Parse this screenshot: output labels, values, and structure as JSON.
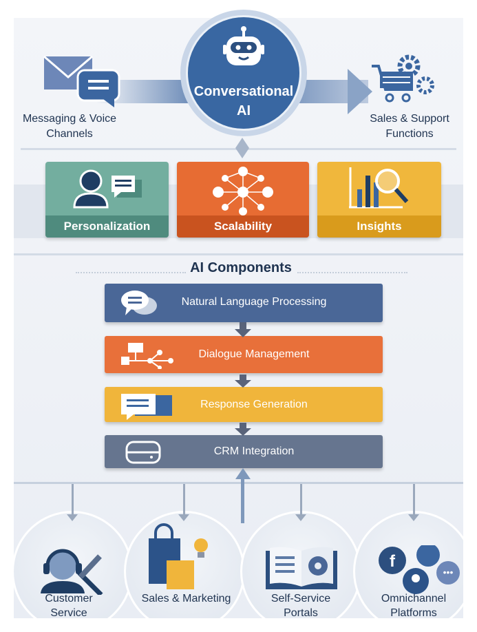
{
  "hub": {
    "title_line1": "Conversational",
    "title_line2": "AI"
  },
  "inputs": {
    "label_line1": "Messaging & Voice",
    "label_line2": "Channels"
  },
  "outputs": {
    "label_line1": "Sales & Support",
    "label_line2": "Functions"
  },
  "benefits": [
    {
      "label": "Personalization",
      "color": "#6aa99a",
      "icon": "person-chat-icon"
    },
    {
      "label": "Scalability",
      "color": "#e56a2f",
      "icon": "network-icon"
    },
    {
      "label": "Insights",
      "color": "#edb232",
      "icon": "chart-magnifier-icon"
    }
  ],
  "components": {
    "title": "AI Components",
    "items": [
      {
        "label": "Natural Language Processing",
        "color": "#4a6797",
        "icon": "chat-bubbles-icon"
      },
      {
        "label": "Dialogue Management",
        "color": "#e8703a",
        "icon": "flowchart-icon"
      },
      {
        "label": "Response Generation",
        "color": "#f0b53b",
        "icon": "message-icon"
      },
      {
        "label": "CRM Integration",
        "color": "#66758f",
        "icon": "database-icon"
      }
    ]
  },
  "applications": [
    {
      "line1": "Customer",
      "line2": "Service",
      "icon": "headset-agent-icon"
    },
    {
      "line1": "Sales & Marketing",
      "line2": "",
      "icon": "shopping-bag-icon"
    },
    {
      "line1": "Self-Service",
      "line2": "Portals",
      "icon": "book-gear-icon"
    },
    {
      "line1": "Omnichannel",
      "line2": "Platforms",
      "icon": "social-icons"
    }
  ]
}
